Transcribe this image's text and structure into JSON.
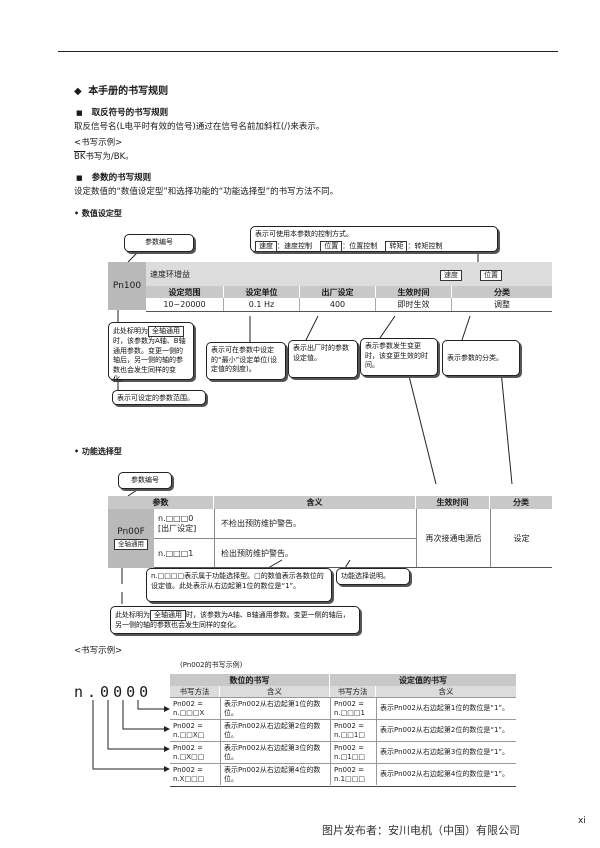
{
  "heading": {
    "bullet": "◆",
    "title": "本手册的书写规则"
  },
  "sec1": {
    "bullet": "■",
    "title": "取反符号的书写规则",
    "body": "取反信号名(L电平时有效的信号)通过在信号名前加斜杠(/)来表示。",
    "example_label": "<书写示例>",
    "example_over": "BK",
    "example_rest": "书写为/BK。"
  },
  "sec2": {
    "bullet": "■",
    "title": "参数的书写规则",
    "body": "设定数值的“数值设定型”和选择功能的“功能选择型”的书写方法不同。"
  },
  "numeric": {
    "title": "• 数值设定型",
    "param_no_callout": "参数编号",
    "ctrl_callout_line1": "表示可使用本参数的控制方式。",
    "ctrl_tags": [
      {
        "tag": "速度",
        "text": "：速度控制"
      },
      {
        "tag": "位置",
        "text": "：位置控制"
      },
      {
        "tag": "转矩",
        "text": "：转矩控制"
      }
    ],
    "param_code": "Pn100",
    "param_name": "速度环增益",
    "name_tags": [
      "速度",
      "位置"
    ],
    "headers": [
      "设定范围",
      "设定单位",
      "出厂设定",
      "生效时间",
      "分类"
    ],
    "values": [
      "10~20000",
      "0.1 Hz",
      "400",
      "即时生效",
      "调整"
    ],
    "callout_axis_tag": "全轴通用",
    "callout_axis_text": "此处标明为[全轴通用]时，该参数为A轴、B轴通用参数。变更一侧的轴后，另一侧的轴的参数也会发生同样的变化。",
    "callout_axis_pre": "此处标明为",
    "callout_axis_post": "时，该参数为A轴、B轴通用参数。变更一侧的轴后，另一侧的轴的参数也会发生同样的变化。",
    "callout_range": "表示可设定的参数范围。",
    "callout_unit": "表示可在参数中设定的“最小”设定单位(设定值的刻度)。",
    "callout_default": "表示出厂时的参数设定值。",
    "callout_effective": "表示参数发生变更时，该变更生效的时间。",
    "callout_category": "表示参数的分类。"
  },
  "function": {
    "title": "• 功能选择型",
    "param_no_callout": "参数编号",
    "headers": [
      "参数",
      "含义",
      "生效时间",
      "分类"
    ],
    "param_code": "Pn00F",
    "param_tag": "全轴通用",
    "row1_code": "n.□□□0",
    "row1_sub": "[出厂设定]",
    "row1_meaning": "不检出预防维护警告。",
    "row2_code": "n.□□□1",
    "row2_meaning": "检出预防维护警告。",
    "effective": "再次接通电源后",
    "category": "设定",
    "callout_digits": "n.□□□□表示属于功能选择型。□的数值表示各数位的设定值。此处表示从右边起第1位的数位是“1”。",
    "callout_desc": "功能选择说明。",
    "callout_axis_pre": "此处标明为",
    "callout_axis_tag": "全轴通用",
    "callout_axis_post": "时，该参数为A轴、B轴通用参数。变更一侧的轴后，另一侧的轴的参数也会发生同样的变化。"
  },
  "example2": {
    "label": "<书写示例>",
    "caption": "(Pn002的书写示例)",
    "big_code": "n.0000",
    "group_left": "数位的书写",
    "group_right": "设定值的书写",
    "sub_headers": [
      "书写方法",
      "含义",
      "书写方法",
      "含义"
    ],
    "rows": [
      {
        "m1": "Pn002 =\nn.□□□X",
        "d1": "表示Pn002从右边起第1位的数位。",
        "m2": "Pn002 =\nn.□□□1",
        "d2": "表示Pn002从右边起第1位的数位是“1”。"
      },
      {
        "m1": "Pn002 =\nn.□□X□",
        "d1": "表示Pn002从右边起第2位的数位。",
        "m2": "Pn002 =\nn.□□1□",
        "d2": "表示Pn002从右边起第2位的数位是“1”。"
      },
      {
        "m1": "Pn002 =\nn.□X□□",
        "d1": "表示Pn002从右边起第3位的数位。",
        "m2": "Pn002 =\nn.□1□□",
        "d2": "表示Pn002从右边起第3位的数位是“1”。"
      },
      {
        "m1": "Pn002 =\nn.X□□□",
        "d1": "表示Pn002从右边起第4位的数位。",
        "m2": "Pn002 =\nn.1□□□",
        "d2": "表示Pn002从右边起第4位的数位是“1”。"
      }
    ]
  },
  "footer": {
    "credit": "图片发布者：安川电机（中国）有限公司",
    "page": "xi"
  }
}
